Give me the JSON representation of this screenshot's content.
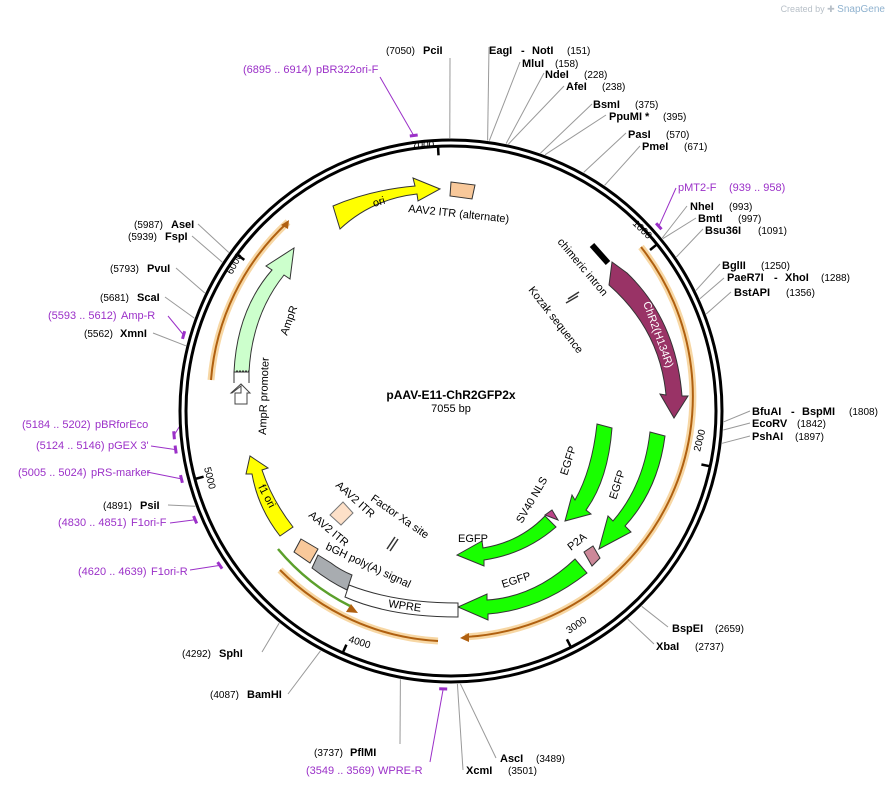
{
  "credit": {
    "prefix": "Created by",
    "brand": "SnapGene"
  },
  "plasmid": {
    "name": "pAAV-E11-ChR2GFP2x",
    "length": "7055 bp",
    "total_bp": 7055
  },
  "ticks": [
    "1000",
    "2000",
    "3000",
    "4000",
    "5000",
    "6000",
    "7000"
  ],
  "enzymes": [
    {
      "name": "PciI",
      "pos": "(7050)",
      "bp": 7050
    },
    {
      "name": "EagI",
      "pos": "",
      "bp": 151
    },
    {
      "name": "NotI",
      "pos": "(151)",
      "bp": 151
    },
    {
      "name": "MluI",
      "pos": "(158)",
      "bp": 158
    },
    {
      "name": "NdeI",
      "pos": "(228)",
      "bp": 228
    },
    {
      "name": "AfeI",
      "pos": "(238)",
      "bp": 238
    },
    {
      "name": "BsmI",
      "pos": "(375)",
      "bp": 375
    },
    {
      "name": "PpuMI *",
      "pos": "(395)",
      "bp": 395
    },
    {
      "name": "PasI",
      "pos": "(570)",
      "bp": 570
    },
    {
      "name": "PmeI",
      "pos": "(671)",
      "bp": 671
    },
    {
      "name": "NheI",
      "pos": "(993)",
      "bp": 993
    },
    {
      "name": "BmtI",
      "pos": "(997)",
      "bp": 997
    },
    {
      "name": "Bsu36I",
      "pos": "(1091)",
      "bp": 1091
    },
    {
      "name": "BglII",
      "pos": "(1250)",
      "bp": 1250
    },
    {
      "name": "PaeR7I",
      "pos": "",
      "bp": 1288
    },
    {
      "name": "XhoI",
      "pos": "(1288)",
      "bp": 1288
    },
    {
      "name": "BstAPI",
      "pos": "(1356)",
      "bp": 1356
    },
    {
      "name": "BfuAI",
      "pos": "",
      "bp": 1808
    },
    {
      "name": "BspMI",
      "pos": "(1808)",
      "bp": 1808
    },
    {
      "name": "EcoRV",
      "pos": "(1842)",
      "bp": 1842
    },
    {
      "name": "PshAI",
      "pos": "(1897)",
      "bp": 1897
    },
    {
      "name": "BspEI",
      "pos": "(2659)",
      "bp": 2659
    },
    {
      "name": "XbaI",
      "pos": "(2737)",
      "bp": 2737
    },
    {
      "name": "AscI",
      "pos": "(3489)",
      "bp": 3489
    },
    {
      "name": "XcmI",
      "pos": "(3501)",
      "bp": 3501
    },
    {
      "name": "PflMI",
      "pos": "(3737)",
      "bp": 3737
    },
    {
      "name": "BamHI",
      "pos": "(4087)",
      "bp": 4087
    },
    {
      "name": "SphI",
      "pos": "(4292)",
      "bp": 4292
    },
    {
      "name": "PsiI",
      "pos": "(4891)",
      "bp": 4891
    },
    {
      "name": "XmnI",
      "pos": "(5562)",
      "bp": 5562
    },
    {
      "name": "ScaI",
      "pos": "(5681)",
      "bp": 5681
    },
    {
      "name": "PvuI",
      "pos": "(5793)",
      "bp": 5793
    },
    {
      "name": "FspI",
      "pos": "(5939)",
      "bp": 5939
    },
    {
      "name": "AseI",
      "pos": "(5987)",
      "bp": 5987
    }
  ],
  "primers": [
    {
      "name": "pBR322ori-F",
      "range": "(6895 .. 6914)"
    },
    {
      "name": "pMT2-F",
      "range": "(939 .. 958)"
    },
    {
      "name": "Amp-R",
      "range": "(5593 .. 5612)"
    },
    {
      "name": "pBRforEco",
      "range": "(5184 .. 5202)"
    },
    {
      "name": "pGEX 3'",
      "range": "(5124 .. 5146)"
    },
    {
      "name": "pRS-marker",
      "range": "(5005 .. 5024)"
    },
    {
      "name": "F1ori-F",
      "range": "(4830 .. 4851)"
    },
    {
      "name": "F1ori-R",
      "range": "(4620 .. 4639)"
    },
    {
      "name": "WPRE-R",
      "range": "(3549 .. 3569)"
    }
  ],
  "features": {
    "ori": "ori",
    "itr_alt": "AAV2 ITR (alternate)",
    "chimeric_intron": "chimeric intron",
    "kozak": "Kozak sequence",
    "chr2": "ChR2(H134R)",
    "egfp": "EGFP",
    "sv40_nls": "SV40 NLS",
    "p2a": "P2A",
    "wpre": "WPRE",
    "bgh": "bGH poly(A) signal",
    "itr": "AAV2 ITR",
    "factor_xa": "Factor Xa site",
    "f1_ori": "f1 ori",
    "ampr": "AmpR",
    "ampr_promoter": "AmpR promoter"
  },
  "colors": {
    "ori": "#ffff00",
    "itr": "#f8c89a",
    "chr2": "#993366",
    "egfp": "#19ff00",
    "amp": "#ccffcc",
    "sv40": "#bb4488",
    "p2a": "#cc8899",
    "bgh": "#a8acb0",
    "xa": "#fde0c8",
    "primer": "#9b30c8",
    "orf": "#b06010",
    "orf_glow": "#f7d7a4"
  }
}
